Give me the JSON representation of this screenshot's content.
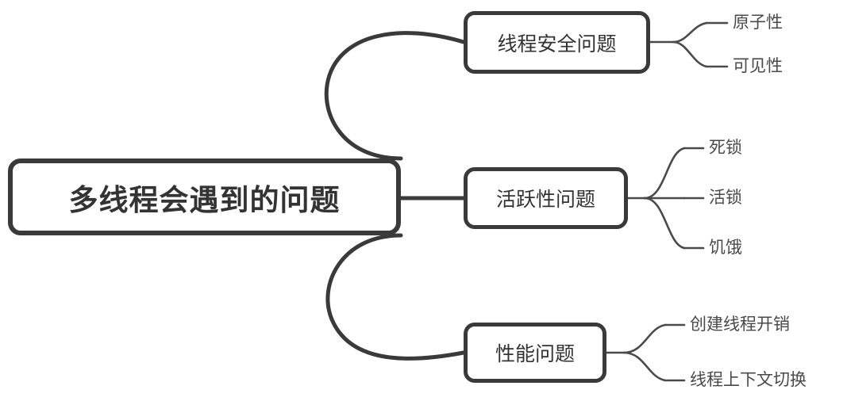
{
  "diagram": {
    "title_text": "多线程会遇到的问题",
    "colors": {
      "stroke": "#3a3a3a",
      "edge": "#4a4a4a",
      "text": "#333333",
      "background": "#ffffff"
    },
    "root": {
      "label": "多线程会遇到的问题"
    },
    "branches": [
      {
        "id": "thread-safety",
        "label": "线程安全问题",
        "leaves": [
          {
            "id": "atomicity",
            "label": "原子性"
          },
          {
            "id": "visibility",
            "label": "可见性"
          }
        ]
      },
      {
        "id": "liveness",
        "label": "活跃性问题",
        "leaves": [
          {
            "id": "deadlock",
            "label": "死锁"
          },
          {
            "id": "livelock",
            "label": "活锁"
          },
          {
            "id": "starvation",
            "label": "饥饿"
          }
        ]
      },
      {
        "id": "performance",
        "label": "性能问题",
        "leaves": [
          {
            "id": "thread-creation-cost",
            "label": "创建线程开销"
          },
          {
            "id": "context-switch",
            "label": "线程上下文切换"
          }
        ]
      }
    ]
  }
}
